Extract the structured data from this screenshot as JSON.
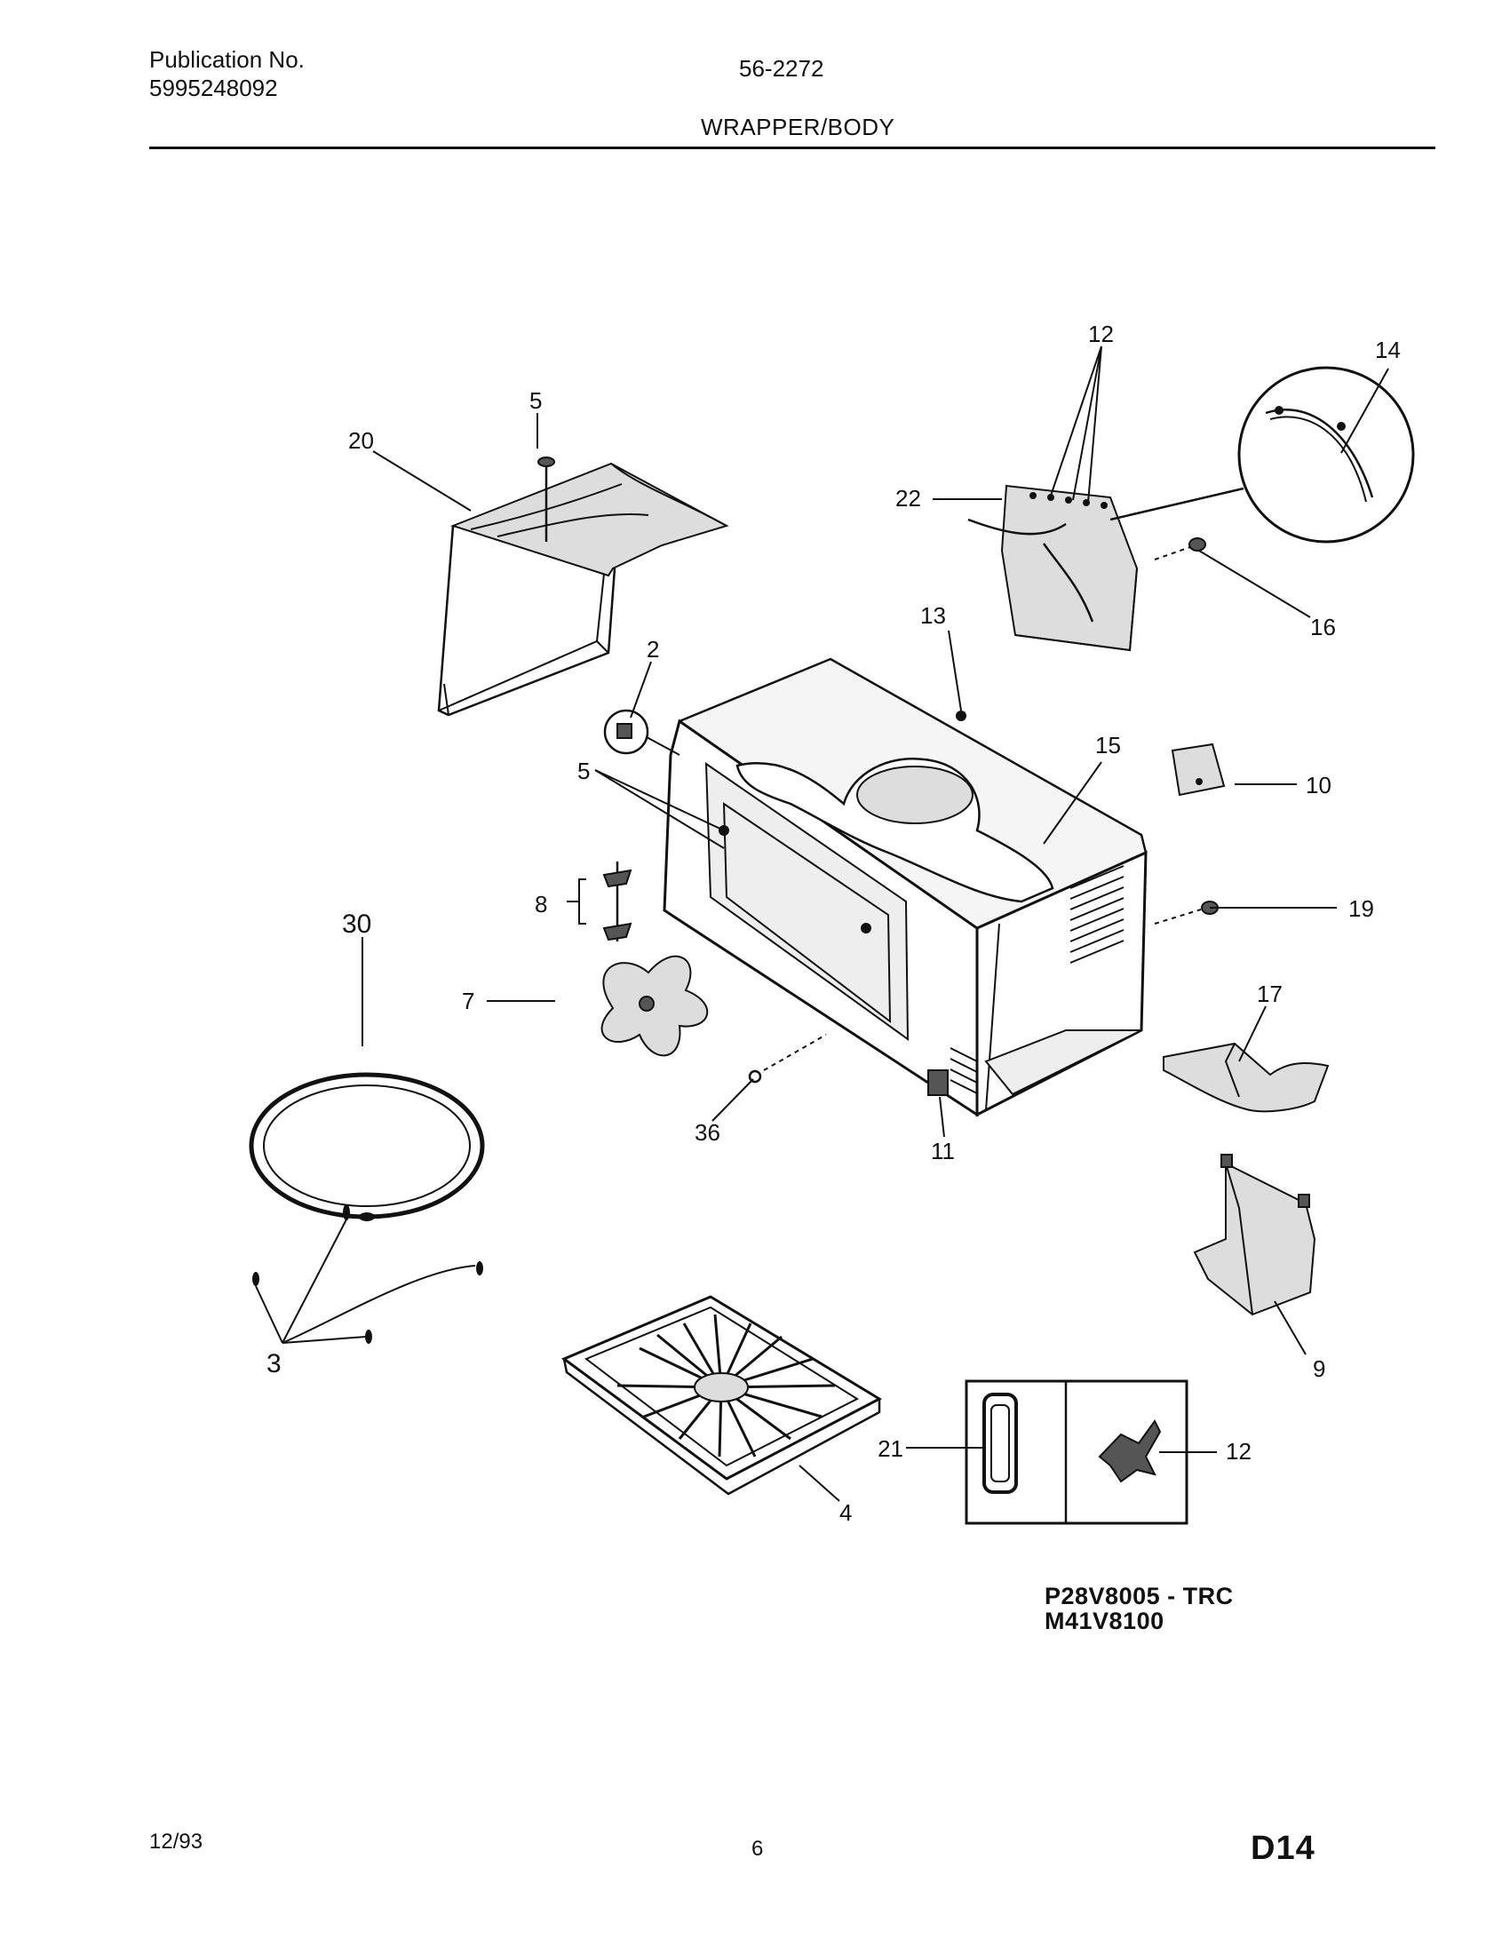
{
  "header": {
    "publication_label": "Publication No.",
    "publication_number": "5995248092",
    "document_number": "56-2272",
    "section_title": "WRAPPER/BODY"
  },
  "models": [
    "P28V8005 - TRC",
    "M41V8100"
  ],
  "footer": {
    "date": "12/93",
    "page_number": "6",
    "code": "D14"
  },
  "callouts": {
    "c12_top": "12",
    "c14": "14",
    "c22": "22",
    "c16": "16",
    "c5_top": "5",
    "c20": "20",
    "c13": "13",
    "c2": "2",
    "c15": "15",
    "c10": "10",
    "c5_mid": "5",
    "c19": "19",
    "c8": "8",
    "c30": "30",
    "c7": "7",
    "c17": "17",
    "c36": "36",
    "c11": "11",
    "c9": "9",
    "c3": "3",
    "c21": "21",
    "c12_bottom": "12",
    "c4": "4"
  }
}
